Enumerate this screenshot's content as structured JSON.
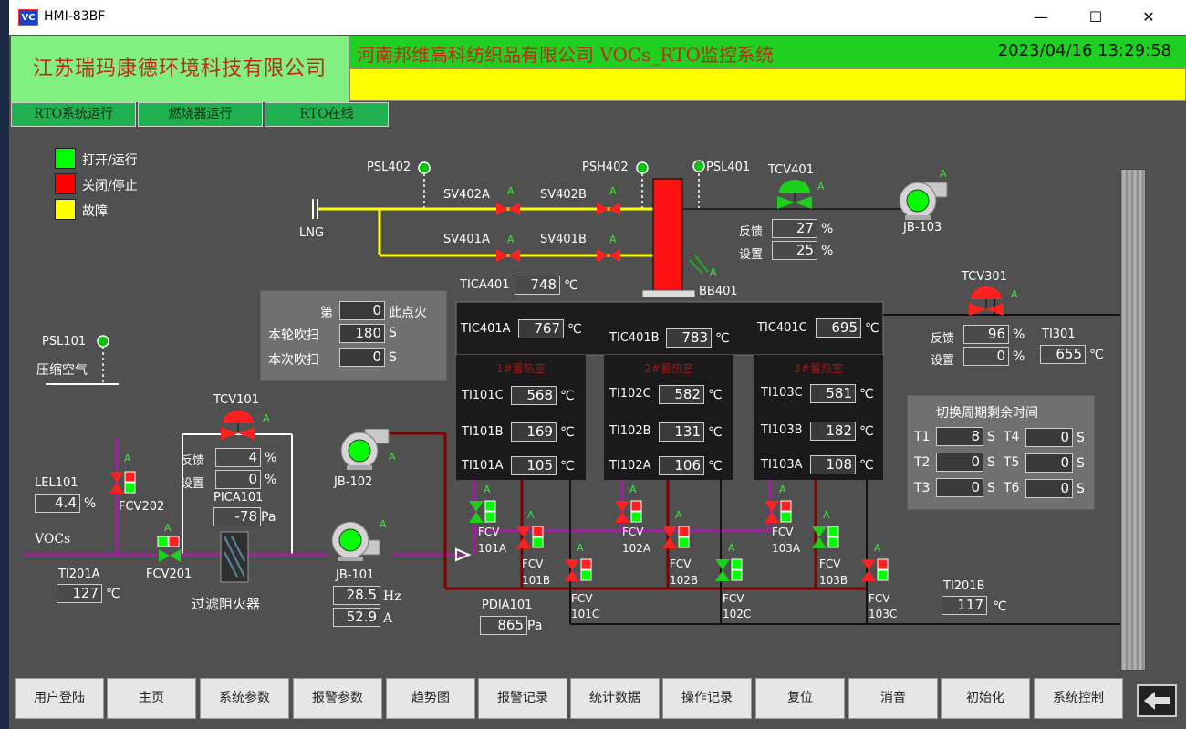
{
  "window": {
    "title": "HMI-83BF",
    "logo": "VC",
    "minimize": "—",
    "maximize": "☐",
    "close": "✕"
  },
  "header": {
    "company": "江苏瑞玛康德环境科技有限公司",
    "title": "河南邦维高科纺织品有限公司 VOCs_RTO监控系统",
    "datetime": "2023/04/16 13:29:58"
  },
  "status": {
    "rto_run": "RTO系统运行",
    "burner_run": "燃烧器运行",
    "rto_online": "RTO在线"
  },
  "legend": {
    "open": "打开/运行",
    "closed": "关闭/停止",
    "fault": "故障"
  },
  "colors": {
    "run": "#00ff00",
    "stop": "#ff0000",
    "fault": "#ffff00",
    "pipe_gas": "#ffff00",
    "pipe_voc": "#a020a0",
    "pipe_air": "#800000"
  },
  "gas": {
    "psl402": "PSL402",
    "psh402": "PSH402",
    "psl401": "PSL401",
    "sv402a": "SV402A",
    "sv402b": "SV402B",
    "sv401a": "SV401A",
    "sv401b": "SV401B",
    "lng": "LNG",
    "bb401": "BB401",
    "a": "A"
  },
  "tcv401": {
    "tag": "TCV401",
    "fb_label": "反馈",
    "fb": "27",
    "set_label": "设置",
    "set": "25",
    "unit": "%"
  },
  "jb103": "JB-103",
  "tica401": {
    "tag": "TICA401",
    "value": "748",
    "unit": "℃"
  },
  "ignite": {
    "l1": "第",
    "v1": "0",
    "l1b": "此点火",
    "l2": "本轮吹扫",
    "v2": "180",
    "u2": "S",
    "l3": "本次吹扫",
    "v3": "0",
    "u3": "S"
  },
  "tic": {
    "a": {
      "tag": "TIC401A",
      "value": "767"
    },
    "b": {
      "tag": "TIC401B",
      "value": "783"
    },
    "c": {
      "tag": "TIC401C",
      "value": "695"
    },
    "unit": "℃"
  },
  "beds": [
    {
      "title": "1#蓄热室",
      "t1": {
        "tag": "TI101C",
        "value": "568"
      },
      "t2": {
        "tag": "TI101B",
        "value": "169"
      },
      "t3": {
        "tag": "TI101A",
        "value": "105"
      }
    },
    {
      "title": "2#蓄热室",
      "t1": {
        "tag": "TI102C",
        "value": "582"
      },
      "t2": {
        "tag": "TI102B",
        "value": "131"
      },
      "t3": {
        "tag": "TI102A",
        "value": "106"
      }
    },
    {
      "title": "3#蓄热室",
      "t1": {
        "tag": "TI103C",
        "value": "581"
      },
      "t2": {
        "tag": "TI103B",
        "value": "182"
      },
      "t3": {
        "tag": "TI103A",
        "value": "108"
      }
    }
  ],
  "tcv301": {
    "tag": "TCV301",
    "fb_label": "反馈",
    "fb": "96",
    "set_label": "设置",
    "set": "0",
    "unit": "%"
  },
  "ti301": {
    "tag": "TI301",
    "value": "655",
    "unit": "℃"
  },
  "cycle": {
    "title": "切换周期剩余时间",
    "t1": "T1",
    "v1": "8",
    "t2": "T2",
    "v2": "0",
    "t3": "T3",
    "v3": "0",
    "t4": "T4",
    "v4": "0",
    "t5": "T5",
    "v5": "0",
    "t6": "T6",
    "v6": "0",
    "unit": "S"
  },
  "psl101": {
    "tag": "PSL101",
    "label": "压缩空气"
  },
  "tcv101": {
    "tag": "TCV101",
    "fb_label": "反馈",
    "fb": "4",
    "set_label": "设置",
    "set": "0",
    "unit": "%"
  },
  "lel101": {
    "tag": "LEL101",
    "value": "4.4",
    "unit": "%"
  },
  "fcv202": "FCV202",
  "pica101": {
    "tag": "PICA101",
    "value": "-78",
    "unit": "Pa"
  },
  "vocs": "VOCs",
  "ti201a": {
    "tag": "TI201A",
    "value": "127",
    "unit": "℃"
  },
  "fcv201": "FCV201",
  "filter": "过滤阻火器",
  "jb102": "JB-102",
  "jb101": {
    "tag": "JB-101",
    "hz": "28.5",
    "hz_unit": "Hz",
    "amp": "52.9",
    "amp_unit": "A"
  },
  "pdia101": {
    "tag": "PDIA101",
    "value": "865",
    "unit": "Pa"
  },
  "fcv": {
    "f101a": [
      "FCV",
      "101A"
    ],
    "f101b": [
      "FCV",
      "101B"
    ],
    "f101c": [
      "FCV",
      "101C"
    ],
    "f102a": [
      "FCV",
      "102A"
    ],
    "f102b": [
      "FCV",
      "102B"
    ],
    "f102c": [
      "FCV",
      "102C"
    ],
    "f103a": [
      "FCV",
      "103A"
    ],
    "f103b": [
      "FCV",
      "103B"
    ],
    "f103c": [
      "FCV",
      "103C"
    ]
  },
  "ti201b": {
    "tag": "TI201B",
    "value": "117",
    "unit": "℃"
  },
  "nav": [
    "用户登陆",
    "主页",
    "系统参数",
    "报警参数",
    "趋势图",
    "报警记录",
    "统计数据",
    "操作记录",
    "复位",
    "消音",
    "初始化",
    "系统控制"
  ]
}
